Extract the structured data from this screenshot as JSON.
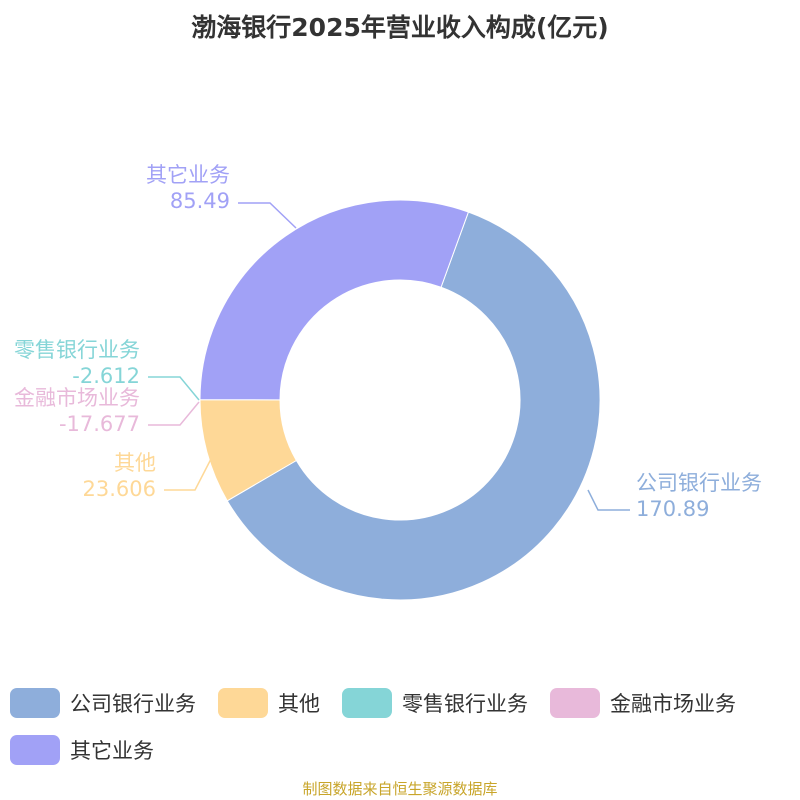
{
  "chart_data": {
    "type": "pie",
    "title": "渤海银行2025年营业收入构成(亿元)",
    "slices": [
      {
        "name": "公司银行业务",
        "value": 170.89,
        "label": "170.89",
        "color": "#8eaedb"
      },
      {
        "name": "其他",
        "value": 23.606,
        "label": "23.606",
        "color": "#fed897"
      },
      {
        "name": "零售银行业务",
        "value": -2.612,
        "label": "-2.612",
        "color": "#85d5d7"
      },
      {
        "name": "金融市场业务",
        "value": -17.677,
        "label": "-17.677",
        "color": "#e8b9da"
      },
      {
        "name": "其它业务",
        "value": 85.49,
        "label": "85.49",
        "color": "#a1a1f6"
      }
    ],
    "legend_position": "bottom",
    "source": "制图数据来自恒生聚源数据库"
  }
}
